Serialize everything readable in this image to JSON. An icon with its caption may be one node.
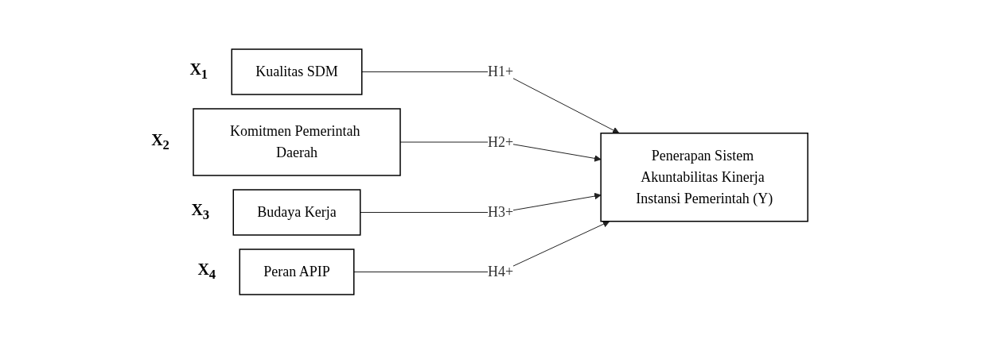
{
  "diagram": {
    "nodes": [
      {
        "text": [
          "Kualitas SDM"
        ],
        "beside": [
          "X$_{1}$"
        ]
      },
      {
        "text": [
          "Komitmen Pemerintah Daerah"
        ],
        "beside": [
          "X$_{2}$"
        ]
      },
      {
        "text": [
          "Budaya Kerja"
        ],
        "beside": [
          "X$_{3}$"
        ]
      },
      {
        "text": [
          "Peran APIP"
        ],
        "beside": [
          "X$_{4}$"
        ]
      },
      {
        "text": [
          "Penerapan Sistem Akuntabilitas Kinerja Instansi Pemerintah (Y)"
        ]
      }
    ],
    "edges": [
      {
        "from": 0,
        "to": 4,
        "arrow": "to",
        "label": "H1+"
      },
      {
        "from": 1,
        "to": 4,
        "arrow": "to",
        "label": "H2+"
      },
      {
        "from": 2,
        "to": 4,
        "arrow": "to",
        "label": "H3+"
      },
      {
        "from": 3,
        "to": 4,
        "arrow": "to",
        "label": "H4+"
      }
    ]
  }
}
